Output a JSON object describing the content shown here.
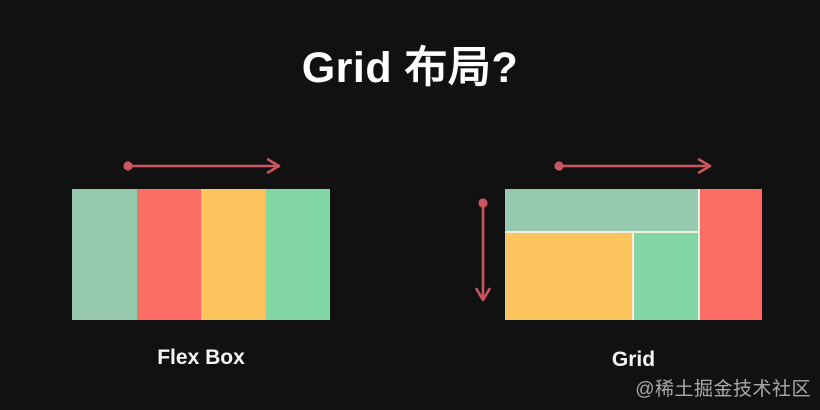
{
  "title": "Grid 布局?",
  "flexbox_section": {
    "label": "Flex Box",
    "columns": [
      "sage",
      "coral",
      "yellow",
      "mint"
    ]
  },
  "grid_section": {
    "label": "Grid",
    "cells": {
      "top_band": "sage",
      "right_column": "coral",
      "bottom_left": "yellow",
      "bottom_middle": "mint"
    }
  },
  "watermark": "@稀土掘金技术社区",
  "colors": {
    "background": "#111111",
    "sage": "#97c9ae",
    "coral": "#fb6d64",
    "yellow": "#fbc45c",
    "mint": "#83d7a5",
    "arrow": "#cb5660",
    "divider": "#f3efdf",
    "title_text": "#ffffff",
    "label_text": "#f5f5f5",
    "watermark_text": "#a9a9a9"
  }
}
